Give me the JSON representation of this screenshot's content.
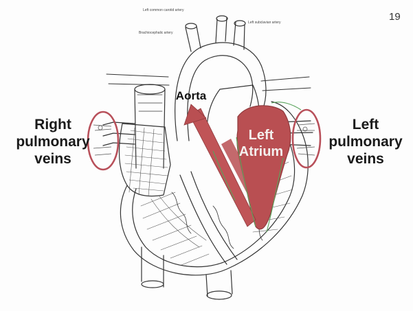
{
  "slide": {
    "number": "19"
  },
  "labels": {
    "right_pulmonary_veins": [
      "Right",
      "pulmonary",
      "veins"
    ],
    "left_pulmonary_veins": [
      "Left",
      "pulmonary",
      "veins"
    ],
    "aorta": "Aorta",
    "left_atrium": [
      "Left",
      "Atrium"
    ]
  },
  "small_print": {
    "top": "Left common carotid artery",
    "right": "Left subclavian artery",
    "left": "Brachiocephalic artery"
  },
  "colors": {
    "highlight_fill": "#b94f52",
    "highlight_fill_light": "#c66a6c",
    "oval_stroke": "#b8505a",
    "line_art": "#333333",
    "accent_green": "#59a35b"
  }
}
